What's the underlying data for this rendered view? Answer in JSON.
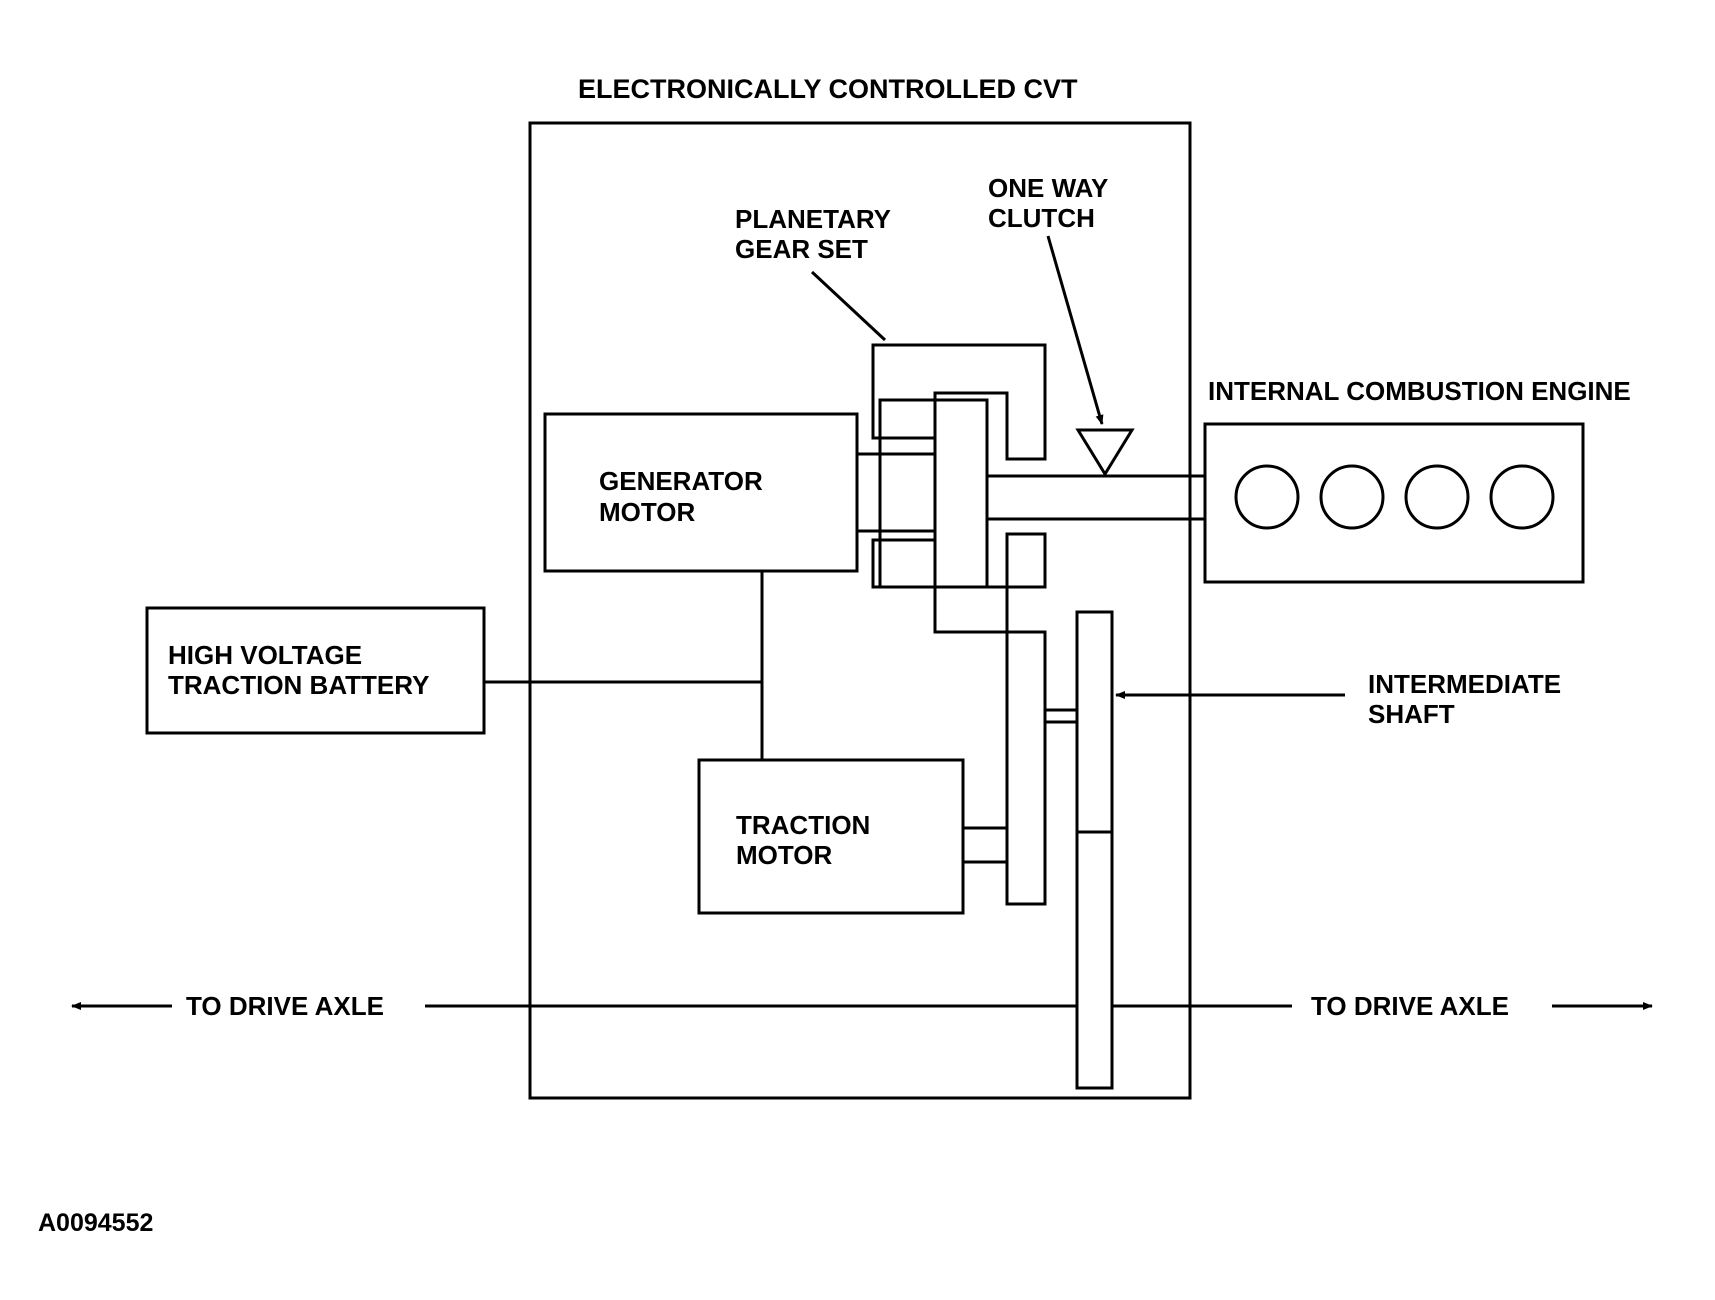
{
  "title": "ELECTRONICALLY CONTROLLED CVT",
  "labels": {
    "planetary_line1": "PLANETARY",
    "planetary_line2": "GEAR SET",
    "clutch_line1": "ONE WAY",
    "clutch_line2": "CLUTCH",
    "engine": "INTERNAL COMBUSTION ENGINE",
    "generator_line1": "GENERATOR",
    "generator_line2": "MOTOR",
    "battery_line1": "HIGH VOLTAGE",
    "battery_line2": "TRACTION BATTERY",
    "intermediate_line1": "INTERMEDIATE",
    "intermediate_line2": "SHAFT",
    "traction_line1": "TRACTION",
    "traction_line2": "MOTOR",
    "axle_left": "TO DRIVE AXLE",
    "axle_right": "TO DRIVE AXLE"
  },
  "figure_id": "A0094552",
  "colors": {
    "ink": "#000000",
    "background": "#ffffff"
  }
}
